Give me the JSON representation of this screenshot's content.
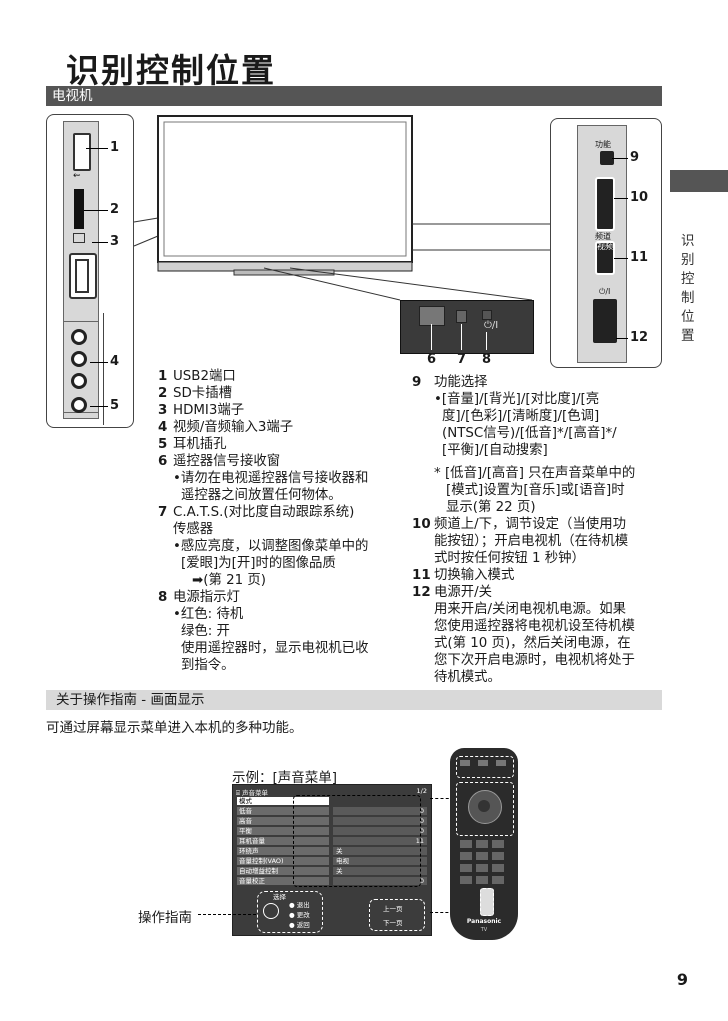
{
  "page_title": "识别控制位置",
  "section_tv": "电视机",
  "side_index": [
    "识",
    "别",
    "控",
    "制",
    "位",
    "置"
  ],
  "callouts": {
    "n1": "1",
    "n2": "2",
    "n3": "3",
    "n4": "4",
    "n5": "5",
    "n6": "6",
    "n7": "7",
    "n8": "8",
    "n9": "9",
    "n10": "10",
    "n11": "11",
    "n12": "12"
  },
  "panel_labels": {
    "function": "功能",
    "channel": "频道",
    "volume": "视频",
    "power_sym": "⏻/I",
    "power_sym_right": "⏻/I"
  },
  "left_list": [
    {
      "n": "1",
      "t": "USB2端口"
    },
    {
      "n": "2",
      "t": "SD卡插槽"
    },
    {
      "n": "3",
      "t": "HDMI3端子"
    },
    {
      "n": "4",
      "t": "视频/音频输入3端子"
    },
    {
      "n": "5",
      "t": "耳机插孔"
    },
    {
      "n": "6",
      "t": "遥控器信号接收窗"
    },
    {
      "note": "•请勿在电视遥控器信号接收器和"
    },
    {
      "note2": "遥控器之间放置任何物体。"
    },
    {
      "n": "7",
      "t": "C.A.T.S.(对比度自动跟踪系统)"
    },
    {
      "note_plain": "传感器"
    },
    {
      "note": "•感应亮度，以调整图像菜单中的"
    },
    {
      "note2": "[爱眼]为[开]时的图像品质"
    },
    {
      "note3": "➡(第 21 页)"
    },
    {
      "n": "8",
      "t": "电源指示灯"
    },
    {
      "note": "•红色: 待机"
    },
    {
      "note2": "绿色: 开"
    },
    {
      "note2": "使用遥控器时，显示电视机已收"
    },
    {
      "note2": "到指令。"
    }
  ],
  "right_list": [
    {
      "n": "9",
      "t": "功能选择"
    },
    {
      "note": "•[音量]/[背光]/[对比度]/[亮"
    },
    {
      "note2": "度]/[色彩]/[清晰度]/[色调]"
    },
    {
      "note2": "(NTSC信号)/[低音]*/[高音]*/"
    },
    {
      "note2": "[平衡]/[自动搜索]"
    },
    {
      "gap": ""
    },
    {
      "note": "* [低音]/[高音] 只在声音菜单中的"
    },
    {
      "note2": "[模式]设置为[音乐]或[语音]时"
    },
    {
      "note2": "显示(第 22 页)"
    },
    {
      "n": "10",
      "t": "频道上/下，调节设定（当使用功"
    },
    {
      "note2b": "能按钮）；开启电视机（在待机模"
    },
    {
      "note2b": "式时按任何按钮 1 秒钟）"
    },
    {
      "n": "11",
      "t": "切换输入模式"
    },
    {
      "n": "12",
      "t": "电源开/关"
    },
    {
      "note2b": "用来开启/关闭电视机电源。如果"
    },
    {
      "note2b": "您使用遥控器将电视机设至待机模"
    },
    {
      "note2b": "式(第 10 页)，然后关闭电源，在"
    },
    {
      "note2b": "您下次开启电源时，电视机将处于"
    },
    {
      "note2b": "待机模式。"
    }
  ],
  "section_guide": "关于操作指南 - 画面显示",
  "guide_desc": "可通过屏幕显示菜单进入本机的多种功能。",
  "example_label": "示例：[声音菜单]",
  "operation_guide": "操作指南",
  "osd": {
    "header_icon": "⌸",
    "title": "声音菜单",
    "page": "1/2",
    "rows": [
      {
        "label": "模式",
        "value": "",
        "num": ""
      },
      {
        "label": "低音",
        "value": "",
        "num": "0"
      },
      {
        "label": "高音",
        "value": "",
        "num": "0"
      },
      {
        "label": "平衡",
        "value": "",
        "num": "0"
      },
      {
        "label": "耳机音量",
        "value": "",
        "num": "11"
      },
      {
        "label": "环绕声",
        "value": "关",
        "num": ""
      },
      {
        "label": "音量控制(VAO)",
        "value": "电视",
        "num": ""
      },
      {
        "label": "自动增益控制",
        "value": "关",
        "num": ""
      },
      {
        "label": "音量校正",
        "value": "",
        "num": "0"
      }
    ],
    "footer_select": "选择",
    "footer_exit": "退出",
    "footer_change": "更改",
    "footer_return": "返回",
    "footer_prev": "上一页",
    "footer_next": "下一页"
  },
  "remote_brand": "Panasonic",
  "remote_tv": "TV",
  "page_number": "9"
}
